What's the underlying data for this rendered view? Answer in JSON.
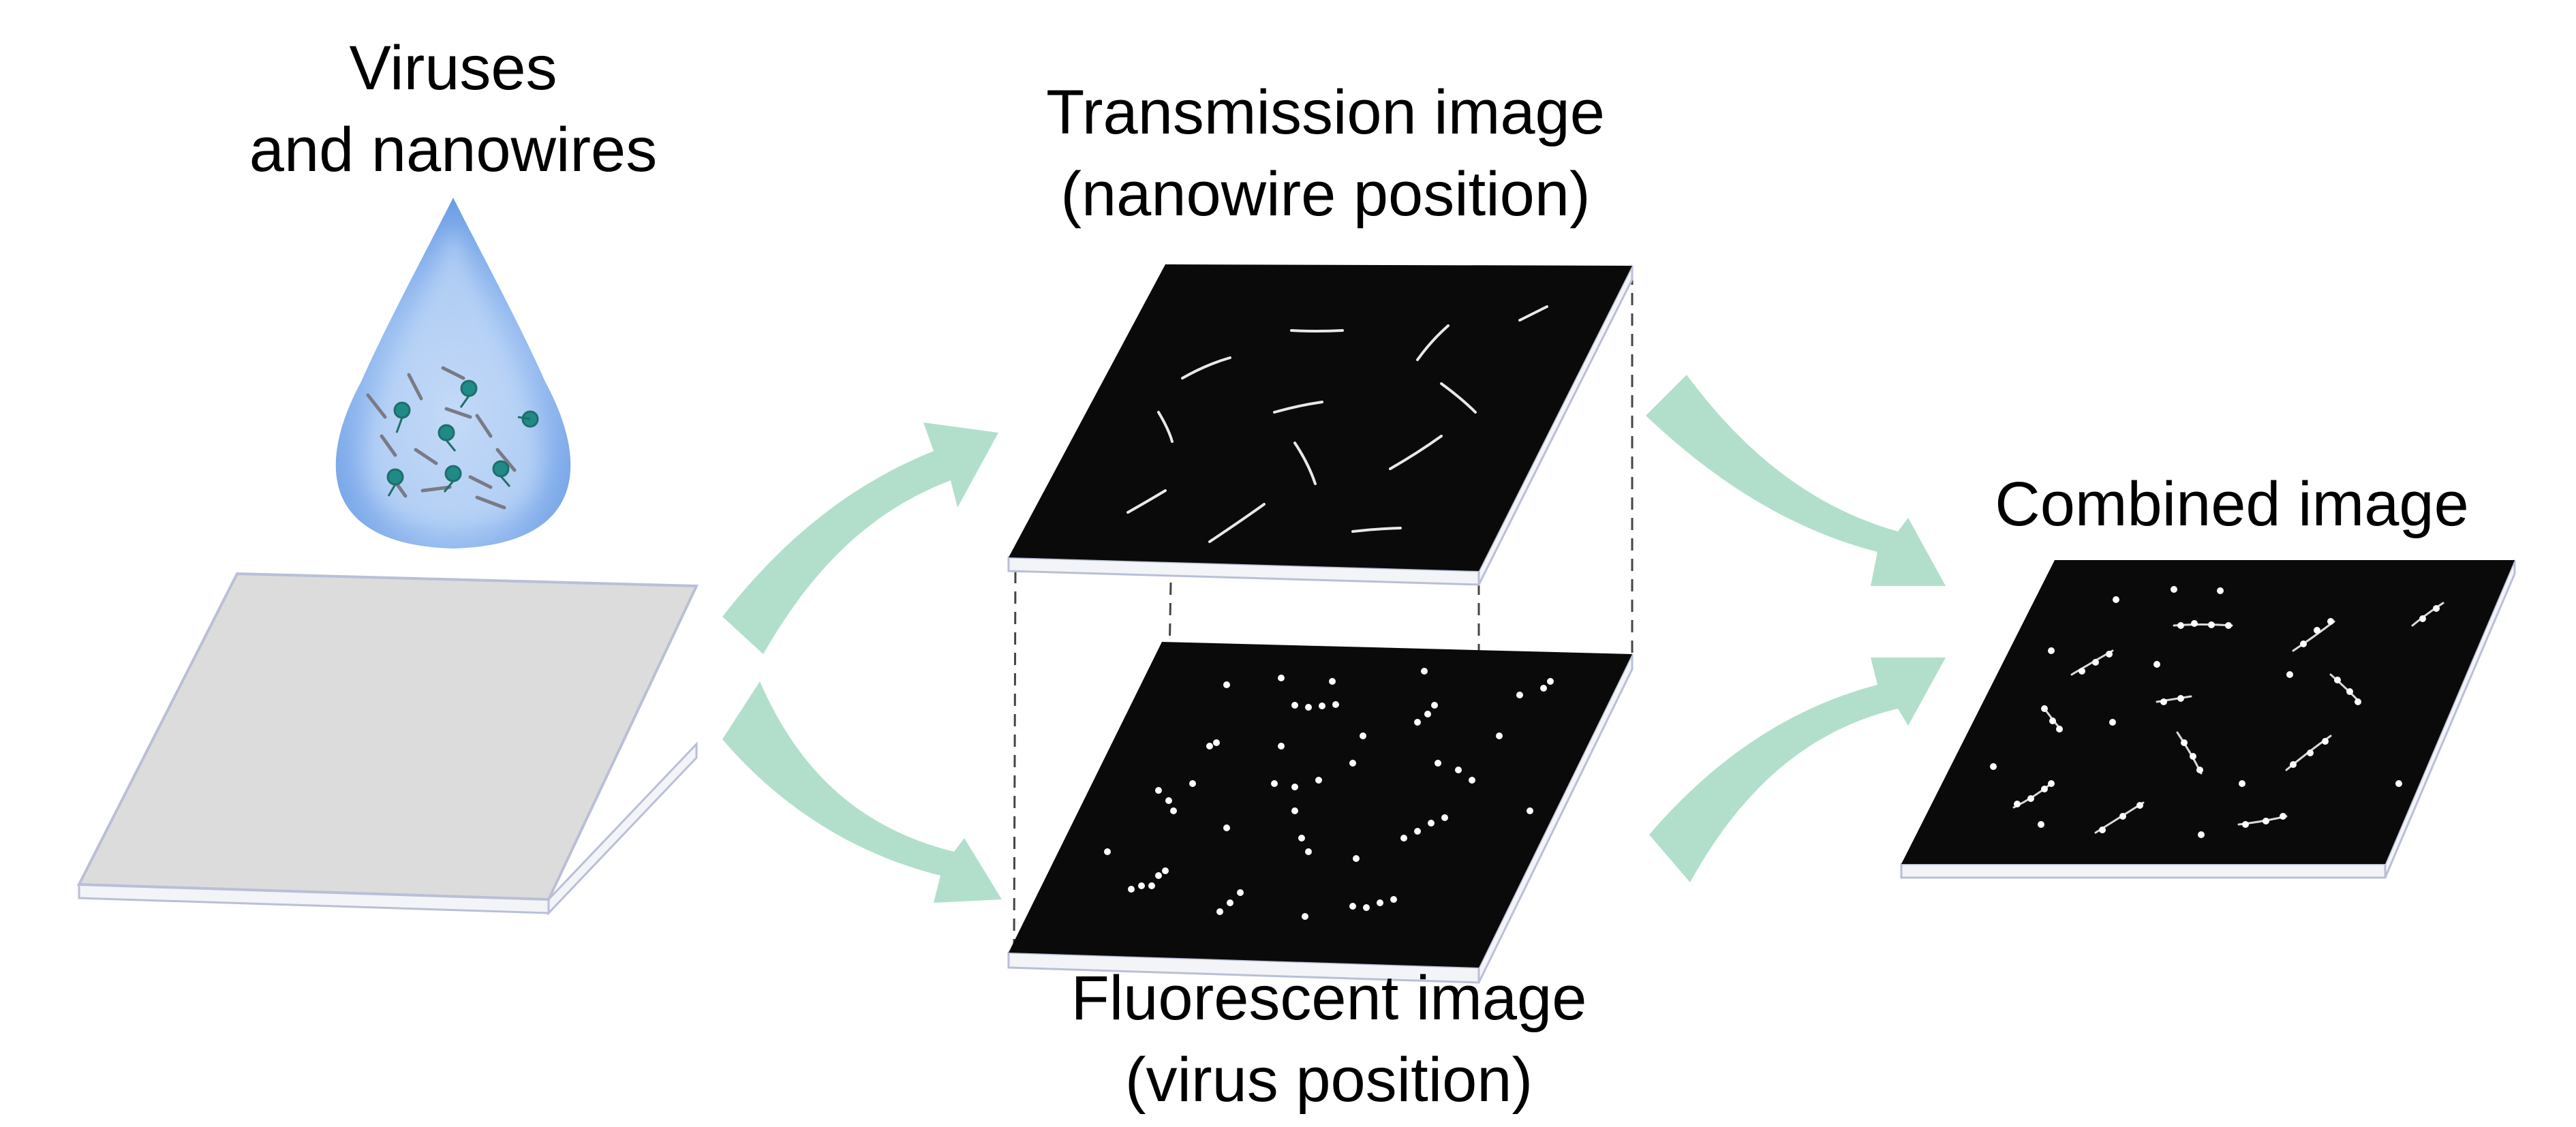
{
  "labels": {
    "source_line1": "Viruses",
    "source_line2": "and nanowires",
    "transmission_line1": "Transmission image",
    "transmission_line2": "(nanowire position)",
    "fluorescent_line1": "Fluorescent image",
    "fluorescent_line2": "(virus position)",
    "combined": "Combined image"
  },
  "colors": {
    "substrate": "#dcdcdc",
    "substrate_edge": "#b9bfd6",
    "image_plate": "#0a0a0a",
    "droplet": "#8fb6ee",
    "arrow": "#b2dfcc",
    "virus": "#1f8a86",
    "nanowire": "#7a7a86"
  },
  "icons": [
    "droplet-icon",
    "arrow-icon",
    "virus-icon",
    "nanowire-icon"
  ]
}
